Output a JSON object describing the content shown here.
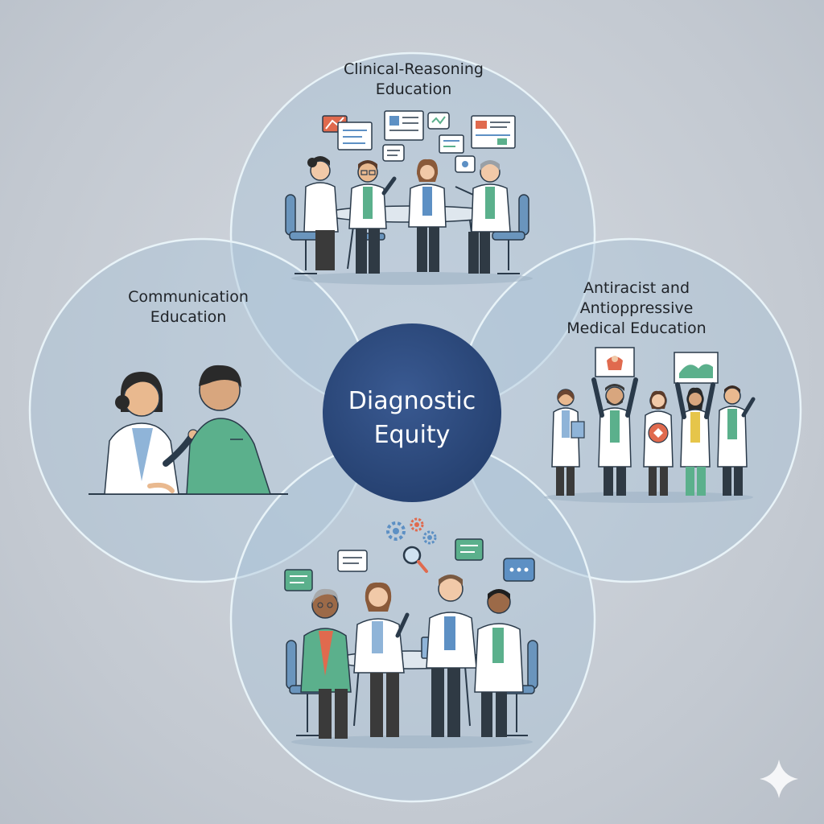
{
  "diagram": {
    "center": {
      "line1": "Diagnostic",
      "line2": "Equity"
    },
    "circles": {
      "top": {
        "line1": "Clinical-Reasoning",
        "line2": "Education"
      },
      "left": {
        "line1": "Communication",
        "line2": "Education"
      },
      "right": {
        "line1": "Antiracist and",
        "line2": "Antioppressive",
        "line3": "Medical Education"
      },
      "bottom": {
        "line1": "",
        "line2": ""
      }
    }
  },
  "colors": {
    "circle_fill": "#b4c9d9",
    "circle_stroke": "#e6f1f7",
    "center_fill": "#2d4a7c",
    "coat": "#ffffff",
    "scrub_green": "#5bb08c",
    "navy": "#2a3a4a",
    "accent_red": "#e06a4e",
    "accent_blue": "#5d90c4"
  },
  "icons": [
    "chart-icon",
    "chat-bubble-icon",
    "gear-icon",
    "magnifier-icon",
    "laptop-icon",
    "protest-sign-icon",
    "sparkle-icon"
  ]
}
